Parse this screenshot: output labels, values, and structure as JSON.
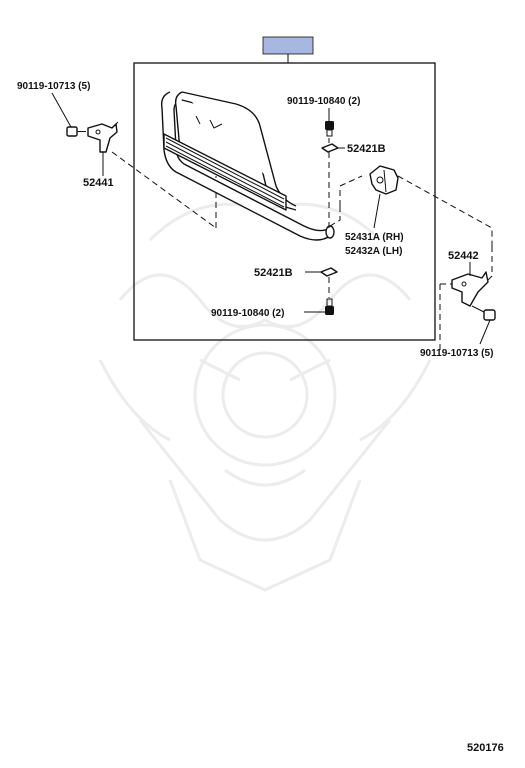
{
  "colors": {
    "header_tab": "#a8b7e0",
    "line": "#111111",
    "watermark": "#ececec"
  },
  "labels": {
    "bolt_top_left": "90119-10713 (5)",
    "bolt_top_center": "90119-10840 (2)",
    "clip_top": "52421B",
    "bracket_left": "52441",
    "step_rh": "52431A (RH)",
    "step_lh": "52432A (LH)",
    "bracket_right": "52442",
    "clip_bottom": "52421B",
    "bolt_bottom_center": "90119-10840 (2)",
    "bolt_bottom_right": "90119-10713 (5)",
    "figure_id": "520176"
  }
}
